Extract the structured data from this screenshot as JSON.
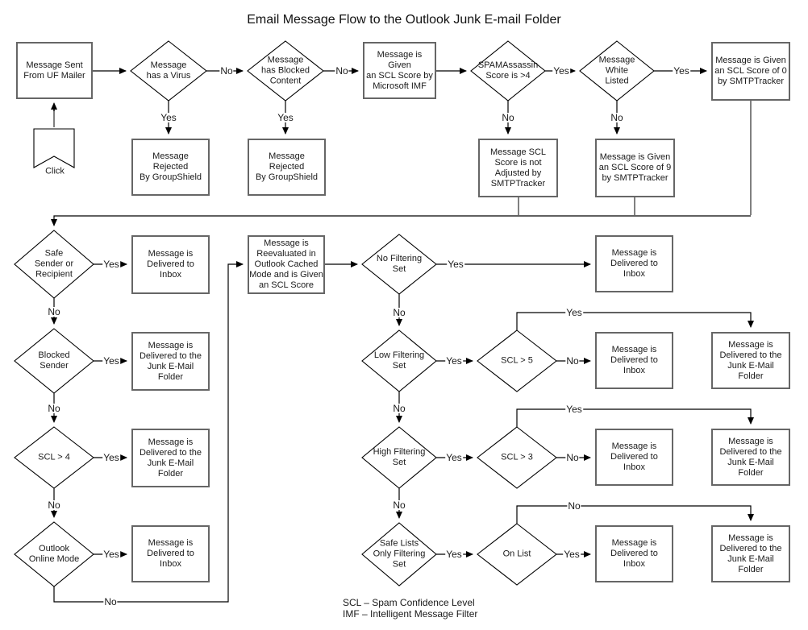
{
  "title": "Email Message Flow to the Outlook Junk E-mail Folder",
  "edge_labels": {
    "yes": "Yes",
    "no": "No"
  },
  "legend": {
    "line1": "SCL – Spam Confidence Level",
    "line2": "IMF – Intelligent Message Filter"
  },
  "nodes": {
    "start": {
      "type": "process",
      "label": "Message Sent\nFrom UF Mailer"
    },
    "click": {
      "type": "banner",
      "label": "Click"
    },
    "virus": {
      "type": "decision",
      "label": "Message\nhas a Virus"
    },
    "blocked_content": {
      "type": "decision",
      "label": "Message\nhas Blocked\nContent"
    },
    "imf_score": {
      "type": "process",
      "label": "Message is Given\nan SCL Score by\nMicrosoft IMF"
    },
    "spamassassin": {
      "type": "decision",
      "label": "SPAMAssassin\nScore is >4"
    },
    "white_listed": {
      "type": "decision",
      "label": "Message\nWhite\nListed"
    },
    "scl0": {
      "type": "process",
      "label": "Message is Given\nan SCL Score of 0\nby SMTPTracker"
    },
    "rejected1": {
      "type": "process",
      "label": "Message\nRejected\nBy GroupShield"
    },
    "rejected2": {
      "type": "process",
      "label": "Message\nRejected\nBy GroupShield"
    },
    "not_adjusted": {
      "type": "process",
      "label": "Message SCL\nScore is not\nAdjusted by\nSMTPTracker"
    },
    "scl9": {
      "type": "process",
      "label": "Message is Given\nan SCL Score of 9\nby SMTPTracker"
    },
    "safe_sender": {
      "type": "decision",
      "label": "Safe\nSender or\nRecipient"
    },
    "inbox1": {
      "type": "process",
      "label": "Message is\nDelivered to\nInbox"
    },
    "blocked_sender": {
      "type": "decision",
      "label": "Blocked\nSender"
    },
    "junk1": {
      "type": "process",
      "label": "Message is\nDelivered to the\nJunk E-Mail\nFolder"
    },
    "scl_gt4": {
      "type": "decision",
      "label": "SCL > 4"
    },
    "junk2": {
      "type": "process",
      "label": "Message is\nDelivered to the\nJunk E-Mail\nFolder"
    },
    "outlook_online": {
      "type": "decision",
      "label": "Outlook\nOnline Mode"
    },
    "inbox2": {
      "type": "process",
      "label": "Message is\nDelivered to\nInbox"
    },
    "reevaluated": {
      "type": "process",
      "label": "Message is\nReevaluated in\nOutlook Cached\nMode and is Given\nan SCL Score"
    },
    "no_filtering": {
      "type": "decision",
      "label": "No Filtering\nSet"
    },
    "inbox3": {
      "type": "process",
      "label": "Message is\nDelivered to\nInbox"
    },
    "low_filtering": {
      "type": "decision",
      "label": "Low Filtering\nSet"
    },
    "scl_gt5": {
      "type": "decision",
      "label": "SCL > 5"
    },
    "inbox4": {
      "type": "process",
      "label": "Message is\nDelivered to\nInbox"
    },
    "junk3": {
      "type": "process",
      "label": "Message is\nDelivered to the\nJunk E-Mail\nFolder"
    },
    "high_filtering": {
      "type": "decision",
      "label": "High Filtering\nSet"
    },
    "scl_gt3": {
      "type": "decision",
      "label": "SCL > 3"
    },
    "inbox5": {
      "type": "process",
      "label": "Message is\nDelivered to\nInbox"
    },
    "junk4": {
      "type": "process",
      "label": "Message is\nDelivered to the\nJunk E-Mail\nFolder"
    },
    "safe_lists": {
      "type": "decision",
      "label": "Safe Lists\nOnly Filtering\nSet"
    },
    "on_list": {
      "type": "decision",
      "label": "On List"
    },
    "inbox6": {
      "type": "process",
      "label": "Message is\nDelivered to\nInbox"
    },
    "junk5": {
      "type": "process",
      "label": "Message is\nDelivered to the\nJunk E-Mail\nFolder"
    }
  }
}
